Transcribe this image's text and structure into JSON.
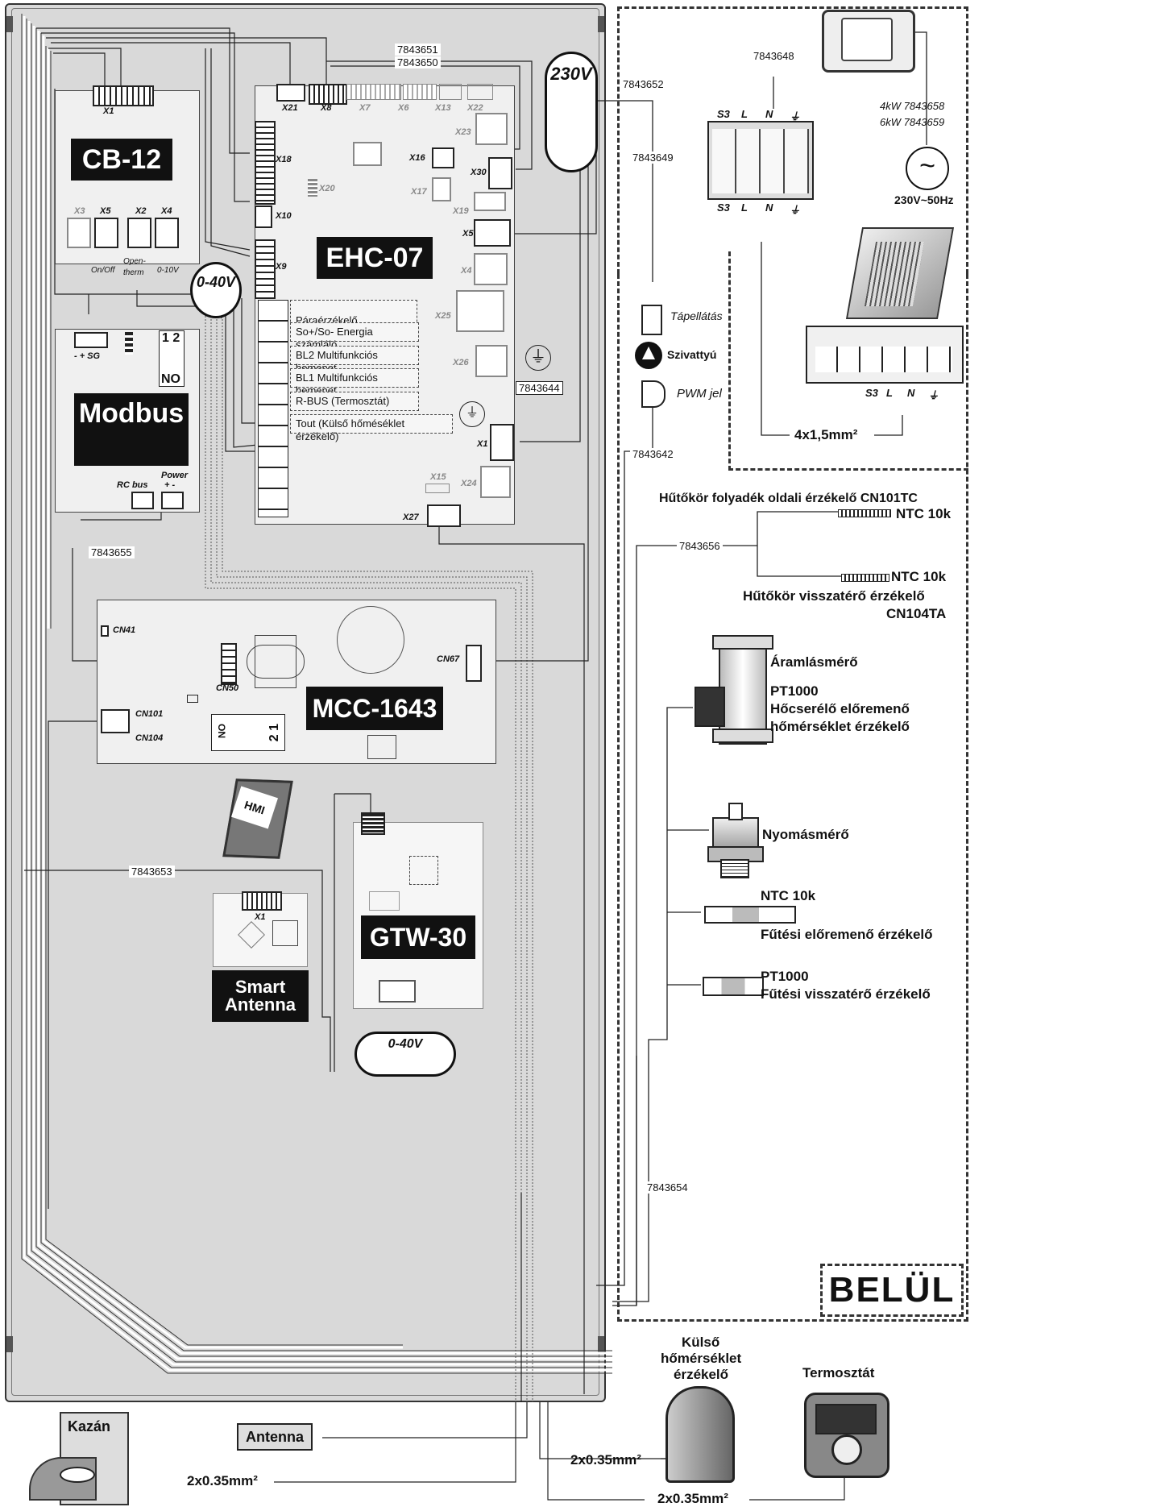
{
  "boards": {
    "cb12": {
      "name": "CB-12",
      "x1": "X1",
      "x3": "X3",
      "x5": "X5",
      "x2": "X2",
      "x4": "X4",
      "onoff": "On/Off",
      "opentherm": "Open-therm",
      "v010": "0-10V"
    },
    "modbus": {
      "name": "Modbus",
      "sg": "- + SG",
      "no": "NO",
      "dip": "1 2",
      "rcbus": "RC bus",
      "power": "Power",
      "pm": "+ -"
    },
    "ehc07": {
      "name": "EHC-07",
      "x21": "X21",
      "x8": "X8",
      "x7": "X7",
      "x6": "X6",
      "x13": "X13",
      "x22": "X22",
      "x23": "X23",
      "x16": "X16",
      "x30": "X30",
      "x17": "X17",
      "x19": "X19",
      "x18": "X18",
      "x20": "X20",
      "x10": "X10",
      "x9": "X9",
      "x5": "X5",
      "x4": "X4",
      "x25": "X25",
      "x26": "X26",
      "x1": "X1",
      "x15": "X15",
      "x24": "X24",
      "x27": "X27"
    },
    "mcc": {
      "name": "MCC-1643",
      "cn41": "CN41",
      "cn50": "CN50",
      "cn67": "CN67",
      "cn101": "CN101",
      "cn104": "CN104",
      "dip_on": "ON",
      "dip": "2 1"
    },
    "gtw": {
      "name": "GTW-30"
    },
    "smart": {
      "name": "Smart Antenna",
      "x1": "X1"
    },
    "hmi": {
      "name": "HMI"
    }
  },
  "sensor_inputs": [
    "Páraérzékelő",
    "So+/So- Energia számláló",
    "BL2 Multifunkciós bemenet",
    "BL1 Multifunkciós bemenet",
    "R-BUS (Termosztát)",
    "Tout (Külső hőméséklet érzékelő)"
  ],
  "cables": {
    "c230v": "230V",
    "c040a": "0-40V",
    "c040b": "0-40V"
  },
  "codes": {
    "c7843651": "7843651",
    "c7843650": "7843650",
    "c7843652": "7843652",
    "c7843648": "7843648",
    "c7843649": "7843649",
    "c7843644": "7843644",
    "c7843642": "7843642",
    "c7843655": "7843655",
    "c7843656": "7843656",
    "c7843653": "7843653",
    "c7843654": "7843654"
  },
  "power": {
    "kw4": "4kW 7843658",
    "kw6": "6kW 7843659",
    "supply": "230V~50Hz",
    "terminals_top": [
      "S3",
      "L",
      "N",
      "⏚"
    ],
    "terminals_bottom": [
      "S3",
      "L",
      "N",
      "⏚"
    ],
    "outdoor_terminals": [
      "S3",
      "L",
      "N",
      "⏚"
    ],
    "cable": "4x1,5mm²"
  },
  "pump": {
    "supply": "Tápellátás",
    "pump": "Szivattyú",
    "pwm": "PWM jel"
  },
  "inside": {
    "title": "BELÜL",
    "cn101_label": "Hűtőkör folyadék oldali érzékelő CN101TC",
    "ntc1": "NTC 10k",
    "ntc2": "NTC 10k",
    "cn104_label_1": "Hűtőkör visszatérő érzékelő",
    "cn104_label_2": "CN104TA",
    "flow": "Áramlásmérő",
    "pt1000_a": "PT1000",
    "flow_desc_1": "Hőcserélő előremenő",
    "flow_desc_2": "hőmérséklet érzékelő",
    "pressure": "Nyomásmérő",
    "ntc3": "NTC 10k",
    "heat_flow": "Fűtési előremenő érzékelő",
    "pt1000_b": "PT1000",
    "heat_return": "Fűtési visszatérő érzékelő"
  },
  "external": {
    "kazan": "Kazán",
    "antenna": "Antenna",
    "cable_kazan": "2x0.35mm²",
    "cable_sensor": "2x0.35mm²",
    "cable_thermo": "2x0.35mm²",
    "outdoor_sensor_1": "Külső",
    "outdoor_sensor_2": "hőmérséklet",
    "outdoor_sensor_3": "érzékelő",
    "thermostat": "Termosztát"
  }
}
